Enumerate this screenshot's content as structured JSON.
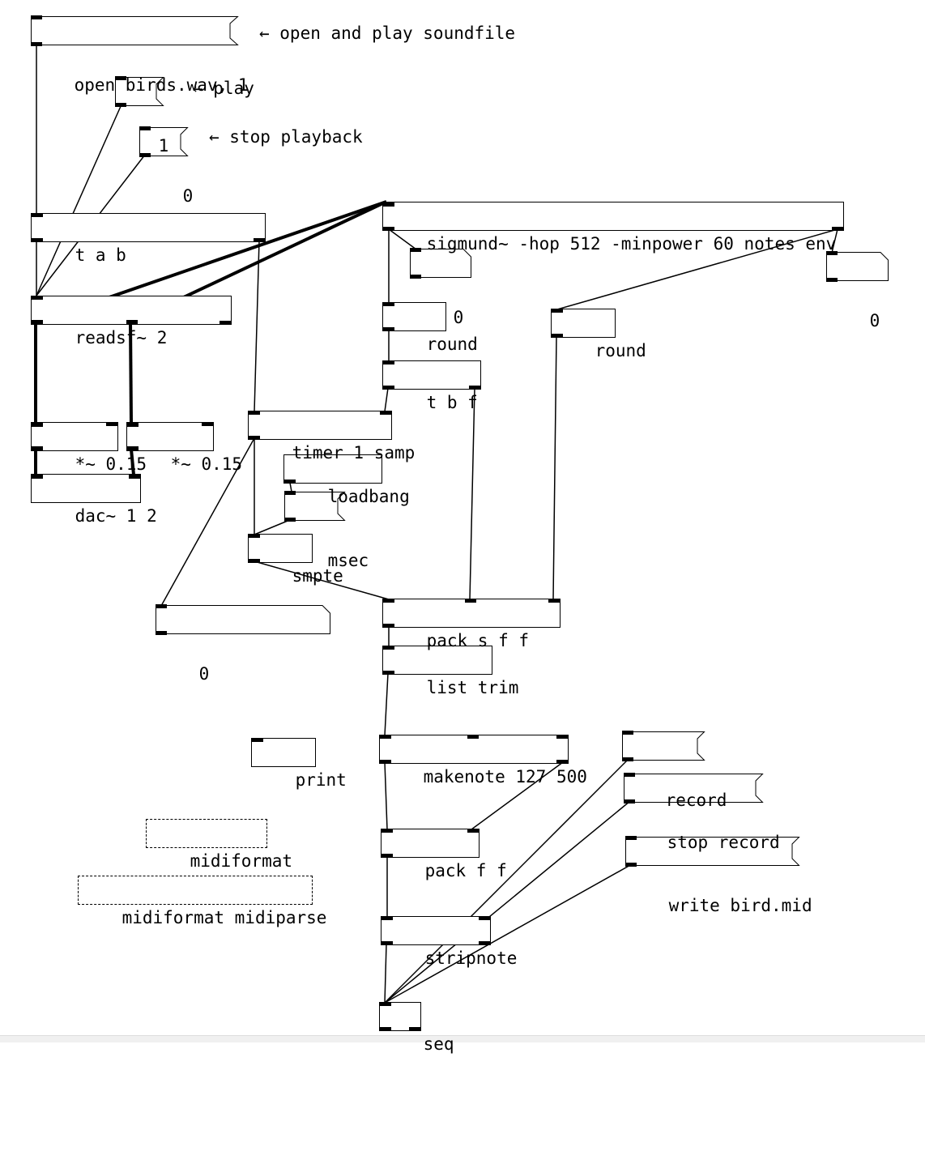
{
  "patch": {
    "messages": {
      "open": "open birds.wav, 1",
      "play": "1",
      "stop": "0",
      "msec": "msec",
      "record": "record",
      "stop_record": "stop record",
      "write": "write bird.mid"
    },
    "numbers": {
      "pitch_out": "0",
      "env_out": "0",
      "timer_out": "0"
    },
    "objects": {
      "tab": "t a b",
      "readsf": "readsf~ 2",
      "gain_left": "*~ 0.15",
      "gain_right": "*~ 0.15",
      "dac": "dac~ 1 2",
      "sigmund": "sigmund~ -hop 512 -minpower 60 notes env",
      "round_pitch": "round",
      "round_env": "round",
      "tbf": "t b f",
      "timer": "timer 1 samp",
      "loadbang": "loadbang",
      "smpte": "smpte",
      "pack_sff": "pack s f f",
      "list_trim": "list trim",
      "print": "print",
      "makenote": "makenote 127 500",
      "pack_ff": "pack f f",
      "stripnote": "stripnote",
      "seq": "seq",
      "midiformat": "midiformat",
      "midiformat_midiparse": "midiformat midiparse"
    },
    "comments": {
      "open_comment": "← open and play soundfile",
      "play_comment": "← play",
      "stop_comment": "← stop playback"
    }
  }
}
